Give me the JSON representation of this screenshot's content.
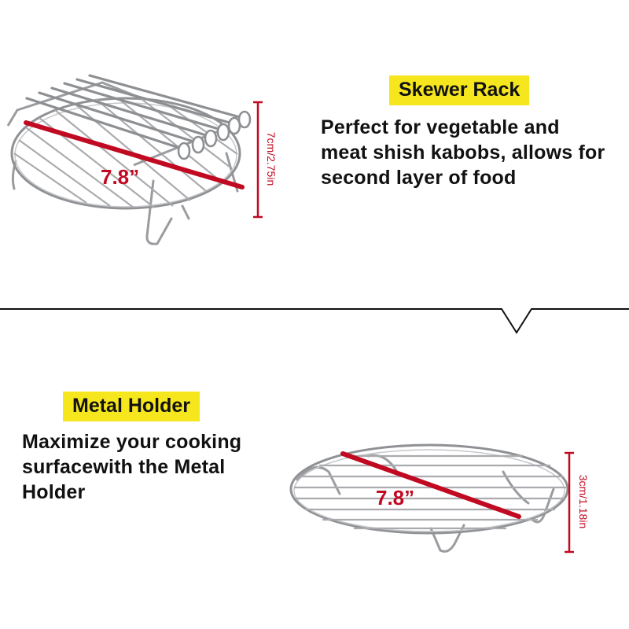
{
  "top": {
    "tag": "Skewer Rack",
    "description": [
      "Perfect for vegetable and",
      "meat shish kabobs, allows for",
      "second layer of food"
    ],
    "diameter_label": "7.8”",
    "height_label": "7cm/2.75in"
  },
  "bottom": {
    "tag": "Metal Holder",
    "description": [
      "Maximize your cooking",
      "surfacewith the Metal",
      "Holder"
    ],
    "diameter_label": "7.8”",
    "height_label": "3cm/1.18in"
  },
  "colors": {
    "tag_bg": "#f5e61d",
    "measure_red": "#c10a21",
    "steel": "#a9abae"
  }
}
